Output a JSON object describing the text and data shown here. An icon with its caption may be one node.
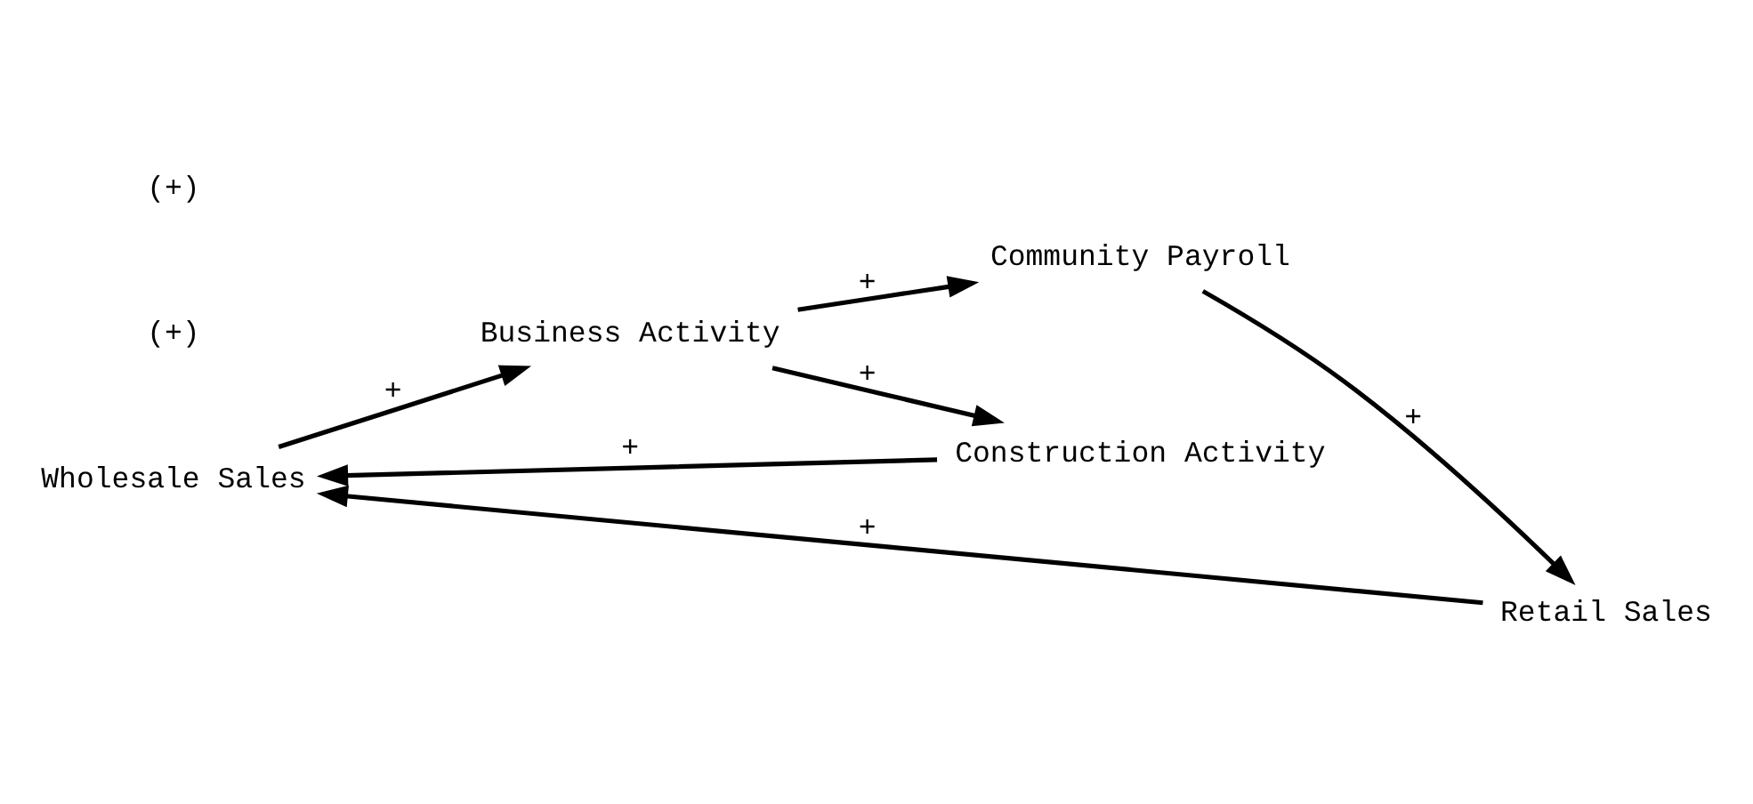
{
  "diagram": {
    "nodes": [
      {
        "text": [
          "Wholesale Sales"
        ]
      },
      {
        "text": [
          "Construction Activity"
        ]
      },
      {
        "text": [
          "Retail Sales"
        ]
      },
      {
        "text": [
          "Business Activity"
        ]
      },
      {
        "text": [
          "Community Payroll"
        ]
      }
    ],
    "edges": [
      {
        "from": 1,
        "to": 0,
        "arrow": "to",
        "label": "+"
      },
      {
        "from": 0,
        "to": 3,
        "arrow": "to",
        "label": "+"
      },
      {
        "from": 3,
        "to": 1,
        "arrow": "to",
        "label": "+"
      },
      {
        "from": 3,
        "to": 4,
        "arrow": "to",
        "label": "+"
      },
      {
        "from": 4,
        "to": 2,
        "arrow": "to",
        "label": "+"
      },
      {
        "from": 2,
        "to": 0,
        "arrow": "to",
        "label": "+"
      }
    ],
    "labels": [
      "(+)",
      "(+)"
    ]
  }
}
